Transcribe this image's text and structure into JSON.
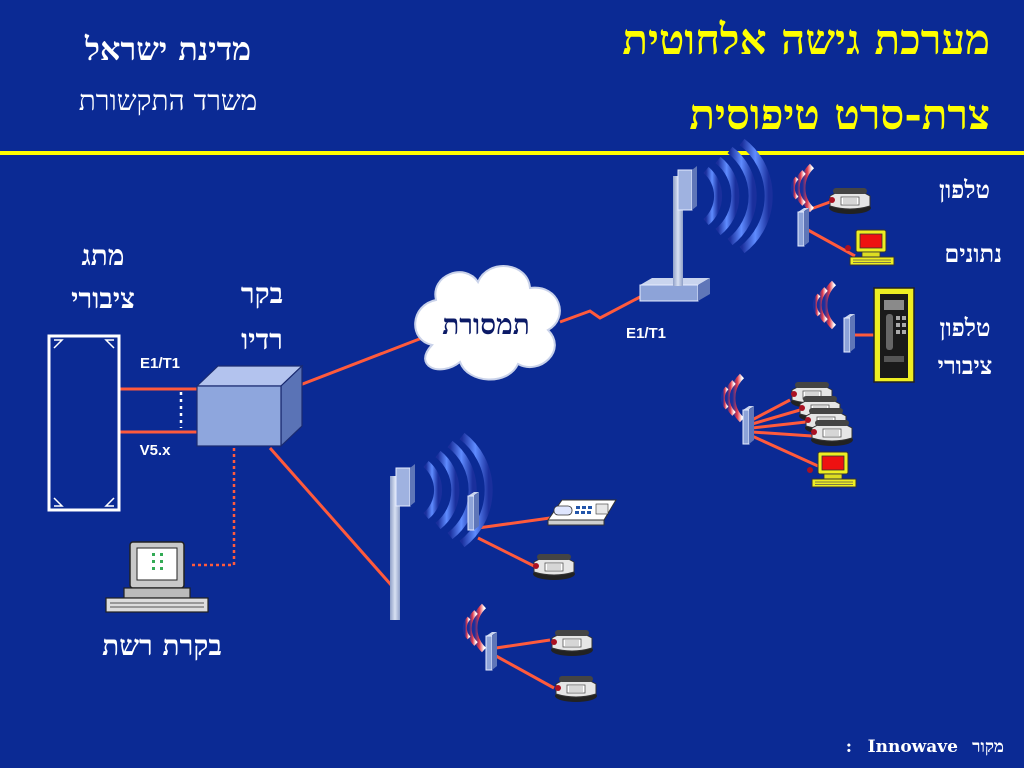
{
  "header": {
    "title_line1": "מערכת גישה אלחוטית",
    "title_line2": "צרת-סרט טיפוסית",
    "org_name": "מדינת ישראל",
    "ministry": "משרד התקשורת"
  },
  "labels": {
    "switch_line1": "מתג",
    "switch_line2": "ציבורי",
    "radio_line1": "בקר",
    "radio_line2": "רדיו",
    "cloud": "תמסורת",
    "link_e1_left": "E1/T1",
    "link_e1_right": "E1/T1",
    "link_v5": "V5.x",
    "network_control": "בקרת רשת",
    "telephone": "טלפון",
    "data": "נתונים",
    "public_phone_line1": "טלפון",
    "public_phone_line2": "ציבורי"
  },
  "footer": {
    "source_label": "מקור",
    "source_value": "Innowave",
    "colon": ":"
  },
  "colors": {
    "background": "#0b2a94",
    "title": "#ffff00",
    "divider": "#ffff00",
    "text": "#ffffff",
    "link": "#ff5a3c",
    "device": "#7f9ad6",
    "screen_red": "#ee1111",
    "terminal_yellow": "#eeee22",
    "wave_red": "#cc2233",
    "wave_blue": "#4477ff"
  }
}
